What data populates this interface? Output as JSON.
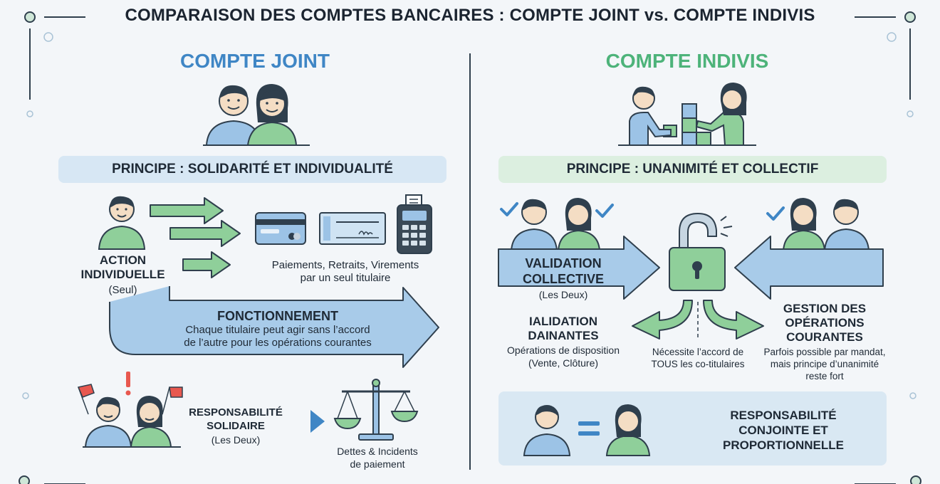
{
  "title": "COMPARAISON DES COMPTES BANCAIRES : COMPTE JOINT vs. COMPTE INDIVIS",
  "left": {
    "heading": "COMPTE JOINT",
    "principle": "PRINCIPE : SOLIDARITÉ ET INDIVIDUALITÉ",
    "action_title_1": "ACTION",
    "action_title_2": "INDIVIDUELLE",
    "action_sub": "(Seul)",
    "payments_1": "Paiements, Retraits, Virements",
    "payments_2": "par un seul titulaire",
    "fonctionnement_title": "FONCTIONNEMENT",
    "fonctionnement_1": "Chaque titulaire peut agir sans l’accord",
    "fonctionnement_2": "de l’autre pour les opérations courantes",
    "resp_1": "RESPONSABILITÉ",
    "resp_2": "SOLIDAIRE",
    "resp_sub": "(Les Deux)",
    "debts_1": "Dettes & Incidents",
    "debts_2": "de paiement"
  },
  "right": {
    "heading": "COMPTE INDIVIS",
    "principle": "PRINCIPE : UNANIMITÉ ET COLLECTIF",
    "validation_1": "VALIDATION",
    "validation_2": "COLLECTIVE",
    "validation_sub": "(Les Deux)",
    "ialid_1": "IALIDATION",
    "ialid_2": "DAINANTES",
    "ops_1": "Opérations de disposition",
    "ops_2": "(Vente, Clôture)",
    "accord_1": "Nécessite l’accord de",
    "accord_2": "TOUS les co-titulaires",
    "gestion_1": "GESTION DES",
    "gestion_2": "OPÉRATIONS",
    "gestion_3": "COURANTES",
    "mandat_1": "Parfois possible par mandat,",
    "mandat_2": "mais principe d’unanimité",
    "mandat_3": "reste fort",
    "resp_1": "RESPONSABILITÉ",
    "resp_2": "CONJOINTE ET",
    "resp_3": "PROPORTIONNELLE"
  },
  "colors": {
    "blue": "#3f86c5",
    "green": "#4db37a",
    "blue_band": "#d7e7f4",
    "green_band": "#dcefe0",
    "person_blue": "#9cc3e6",
    "person_green": "#8fcf9a"
  }
}
